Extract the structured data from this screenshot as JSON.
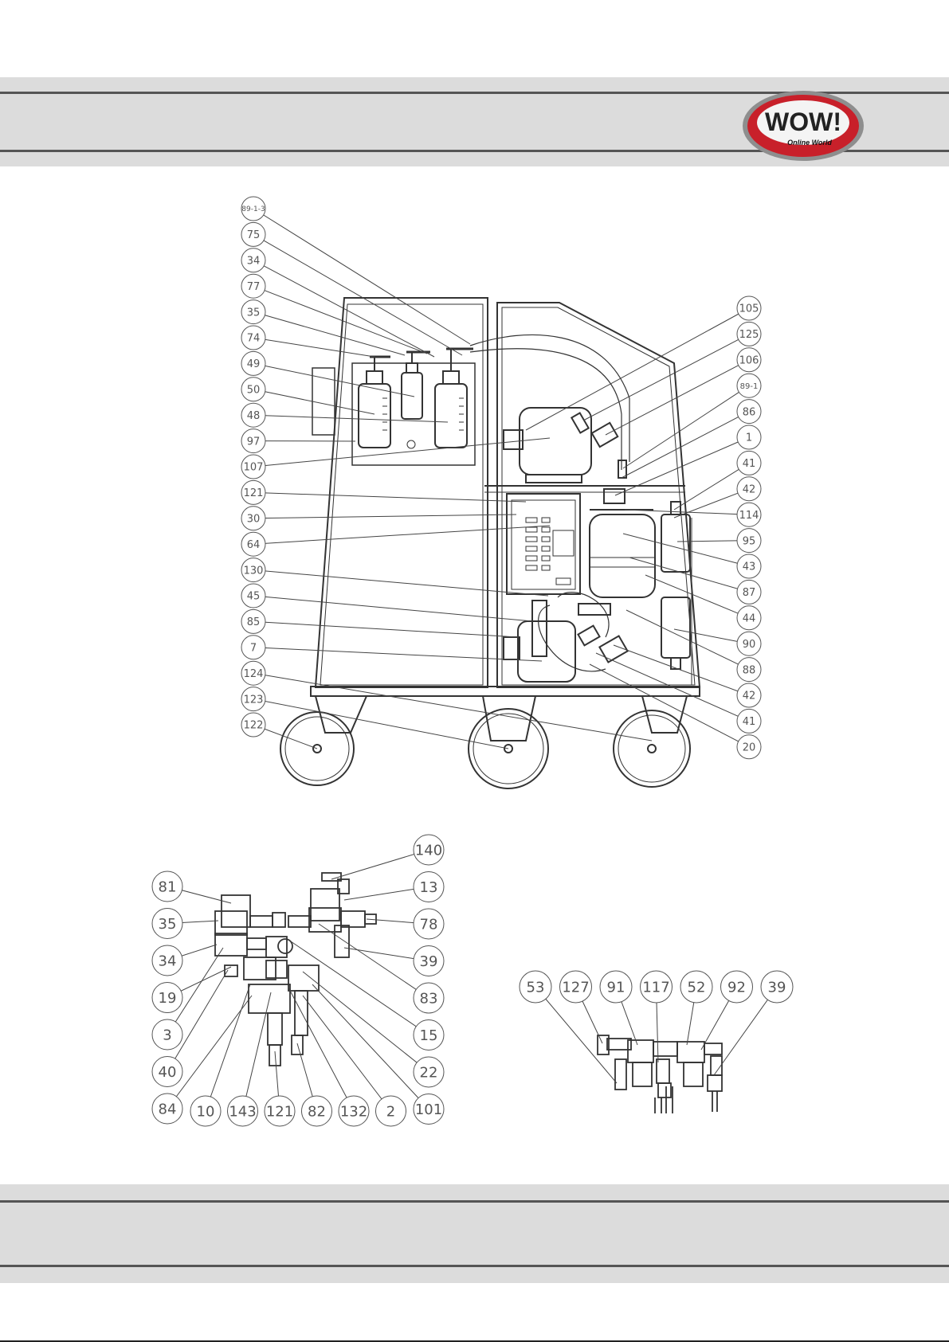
{
  "logo": {
    "brand": "WOW!",
    "tagline": "Online World"
  },
  "colors": {
    "band": "#dcdcdc",
    "band_line": "#555555",
    "logo_red": "#c8202a",
    "ink": "#333333"
  },
  "main_diagram": {
    "left_labels": [
      "89-1-3",
      "75",
      "34",
      "77",
      "35",
      "74",
      "49",
      "50",
      "48",
      "97",
      "107",
      "121",
      "30",
      "64",
      "130",
      "45",
      "85",
      "7",
      "124",
      "123",
      "122"
    ],
    "right_labels": [
      "105",
      "125",
      "106",
      "89-1",
      "86",
      "1",
      "41",
      "42",
      "114",
      "95",
      "43",
      "87",
      "44",
      "90",
      "88",
      "42",
      "41",
      "20"
    ]
  },
  "valve_diagram": {
    "left_labels": [
      "81",
      "35",
      "34",
      "19",
      "3",
      "40",
      "84"
    ],
    "right_labels": [
      "140",
      "13",
      "78",
      "39",
      "83",
      "15",
      "22",
      "101"
    ],
    "bottom_labels": [
      "10",
      "143",
      "121",
      "82",
      "132",
      "2"
    ]
  },
  "filter_diagram": {
    "top_labels": [
      "53",
      "127",
      "91",
      "117",
      "52",
      "92",
      "39"
    ]
  }
}
